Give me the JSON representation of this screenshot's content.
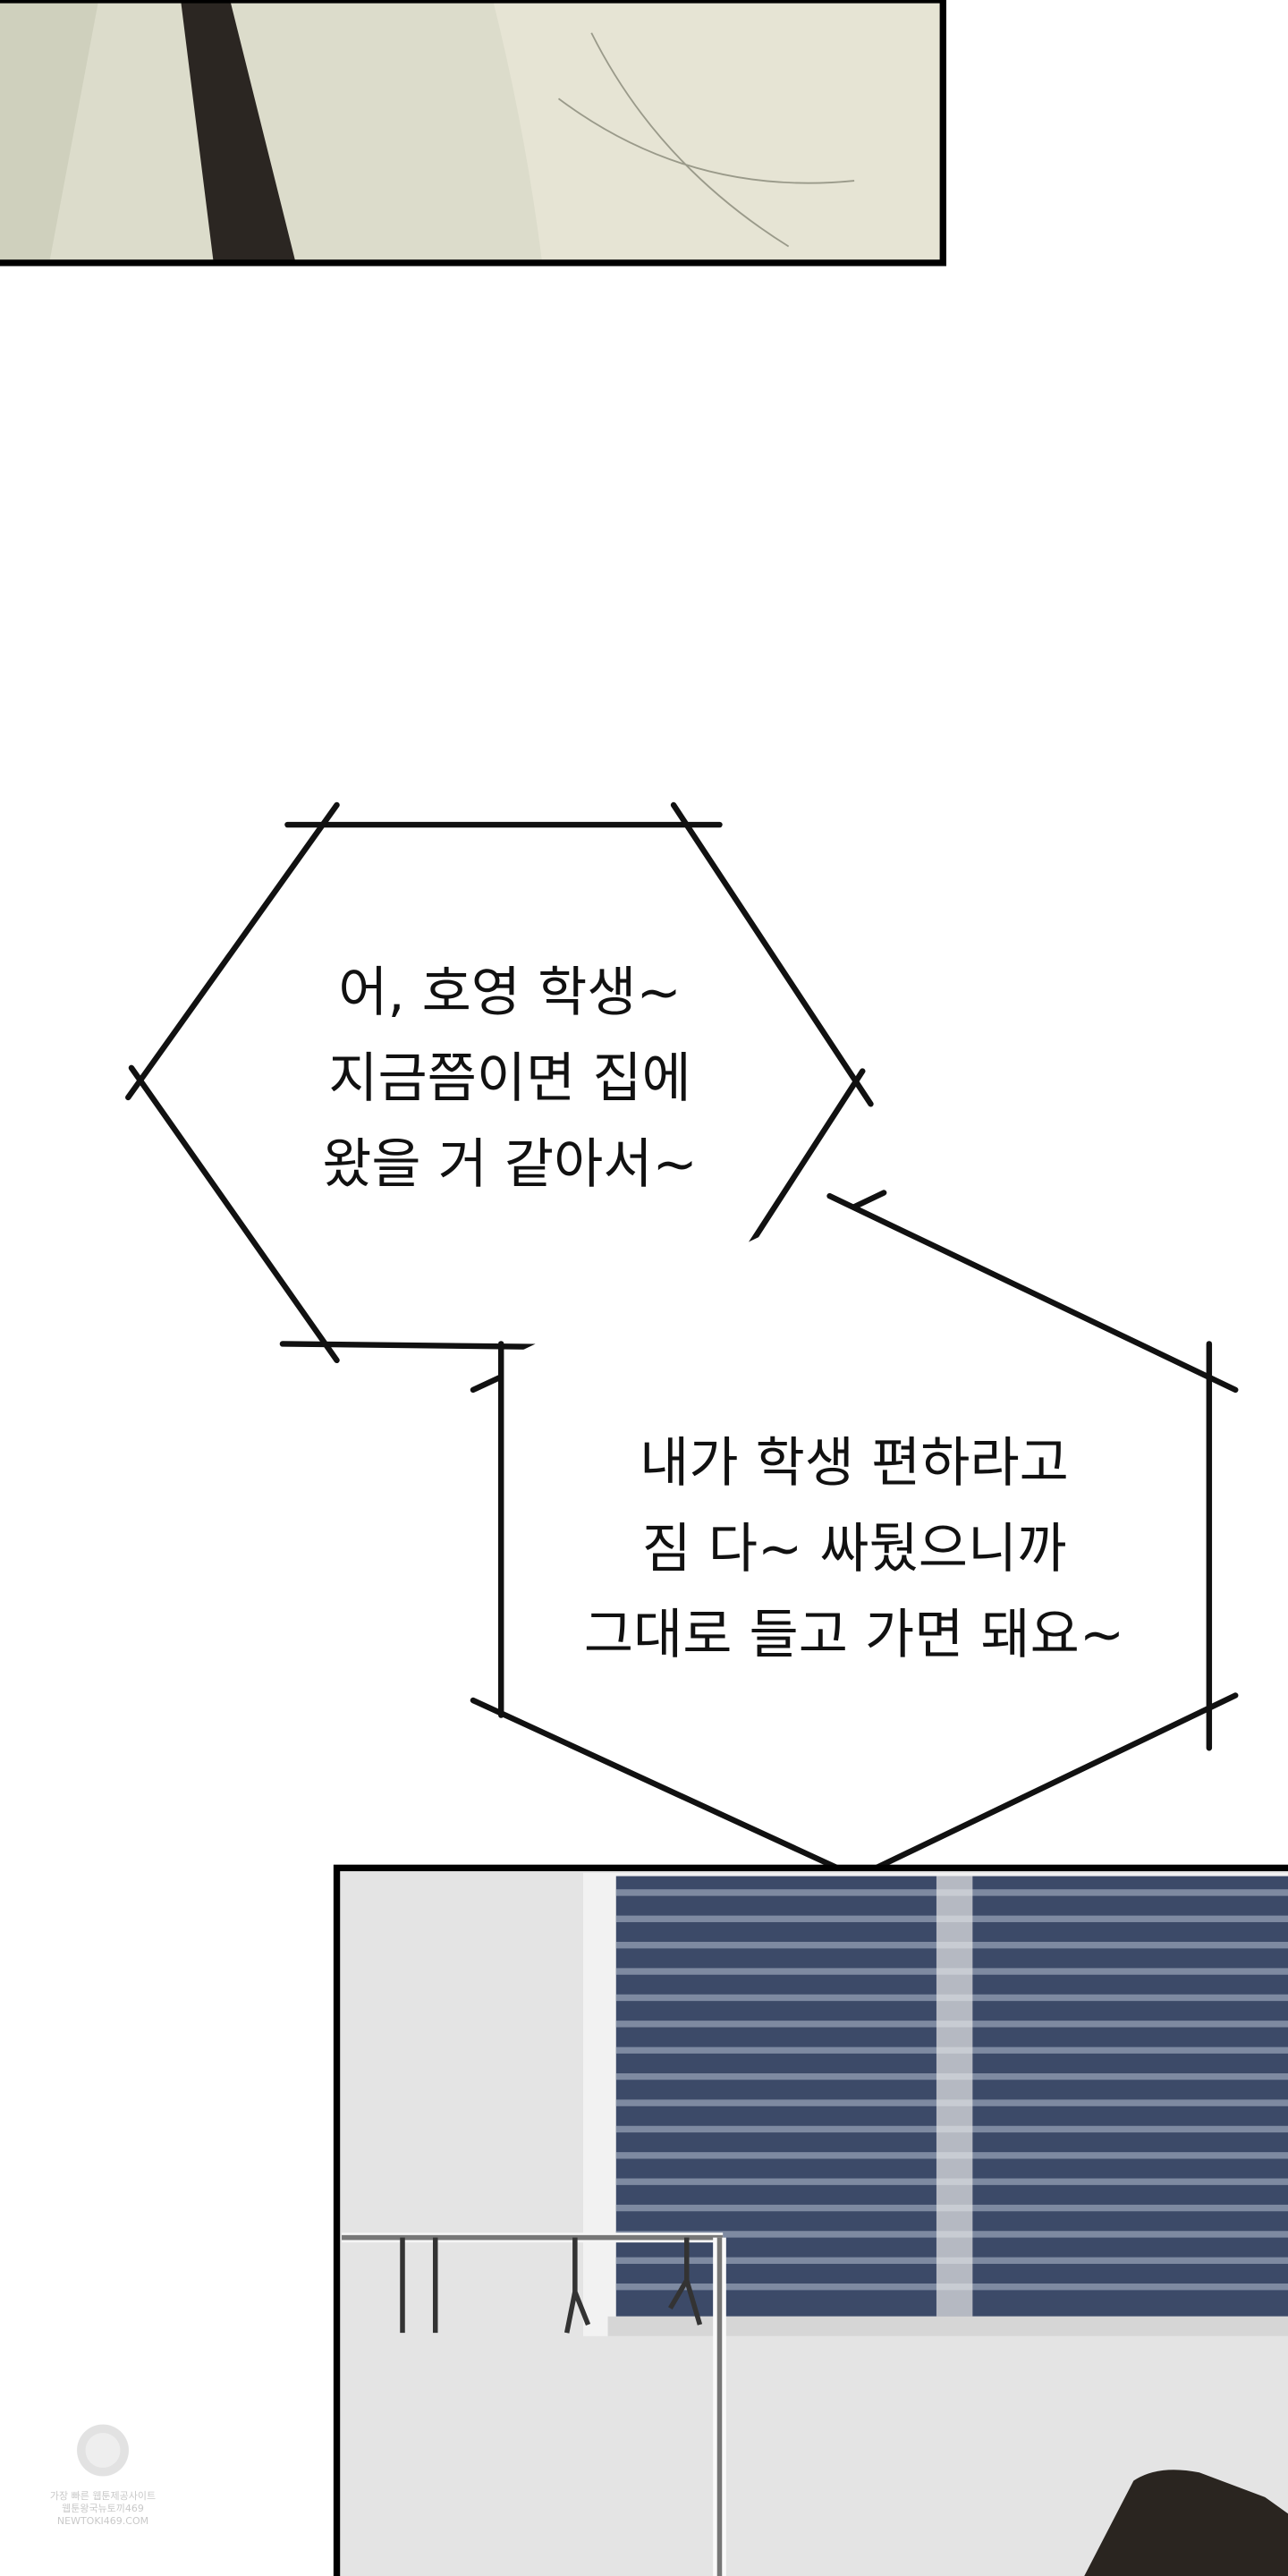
{
  "bubbles": [
    {
      "lines": [
        "어, 호영 학생~",
        "지금쯤이면 집에",
        "왔을 거 같아서~"
      ]
    },
    {
      "lines": [
        "내가 학생 편하라고",
        "짐 다~ 싸뒀으니까",
        "그대로 들고 가면 돼요~"
      ]
    }
  ],
  "watermark": {
    "line1": "가장 빠른 웹툰제공사이트",
    "line2": "웹툰왕국뉴토끼469",
    "line3": "NEWTOKI469.COM"
  }
}
